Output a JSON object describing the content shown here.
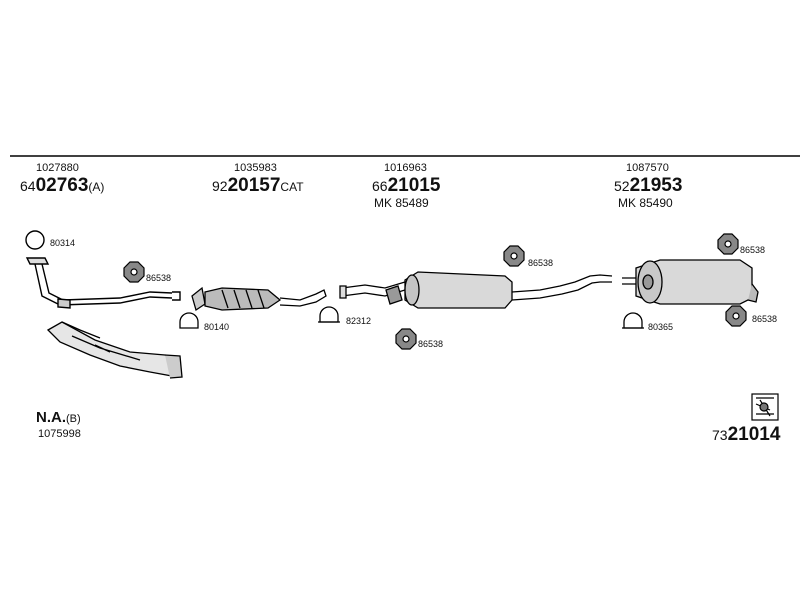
{
  "groups": [
    {
      "ref": "1027880",
      "prefix": "64",
      "main": "02763",
      "suffix": "(A)",
      "mk": ""
    },
    {
      "ref": "1035983",
      "prefix": "92",
      "main": "20157",
      "suffix": "CAT",
      "mk": ""
    },
    {
      "ref": "1016963",
      "prefix": "66",
      "main": "21015",
      "suffix": "",
      "mk": "MK  85489"
    },
    {
      "ref": "1087570",
      "prefix": "52",
      "main": "21953",
      "suffix": "",
      "mk": "MK  85490"
    }
  ],
  "parts": {
    "ring": "80314",
    "hanger_front": "86538",
    "hanger_mid": "86538",
    "hanger_mid_lower": "86538",
    "hanger_rear_top": "86538",
    "hanger_rear_bottom": "86538",
    "clamp_front": "80140",
    "clamp_mid": "82312",
    "clamp_rear": "80365"
  },
  "footer": {
    "na_label": "N.A.",
    "na_suffix": "(B)",
    "na_ref": "1075998",
    "kit_prefix": "73",
    "kit_main": "21014"
  }
}
